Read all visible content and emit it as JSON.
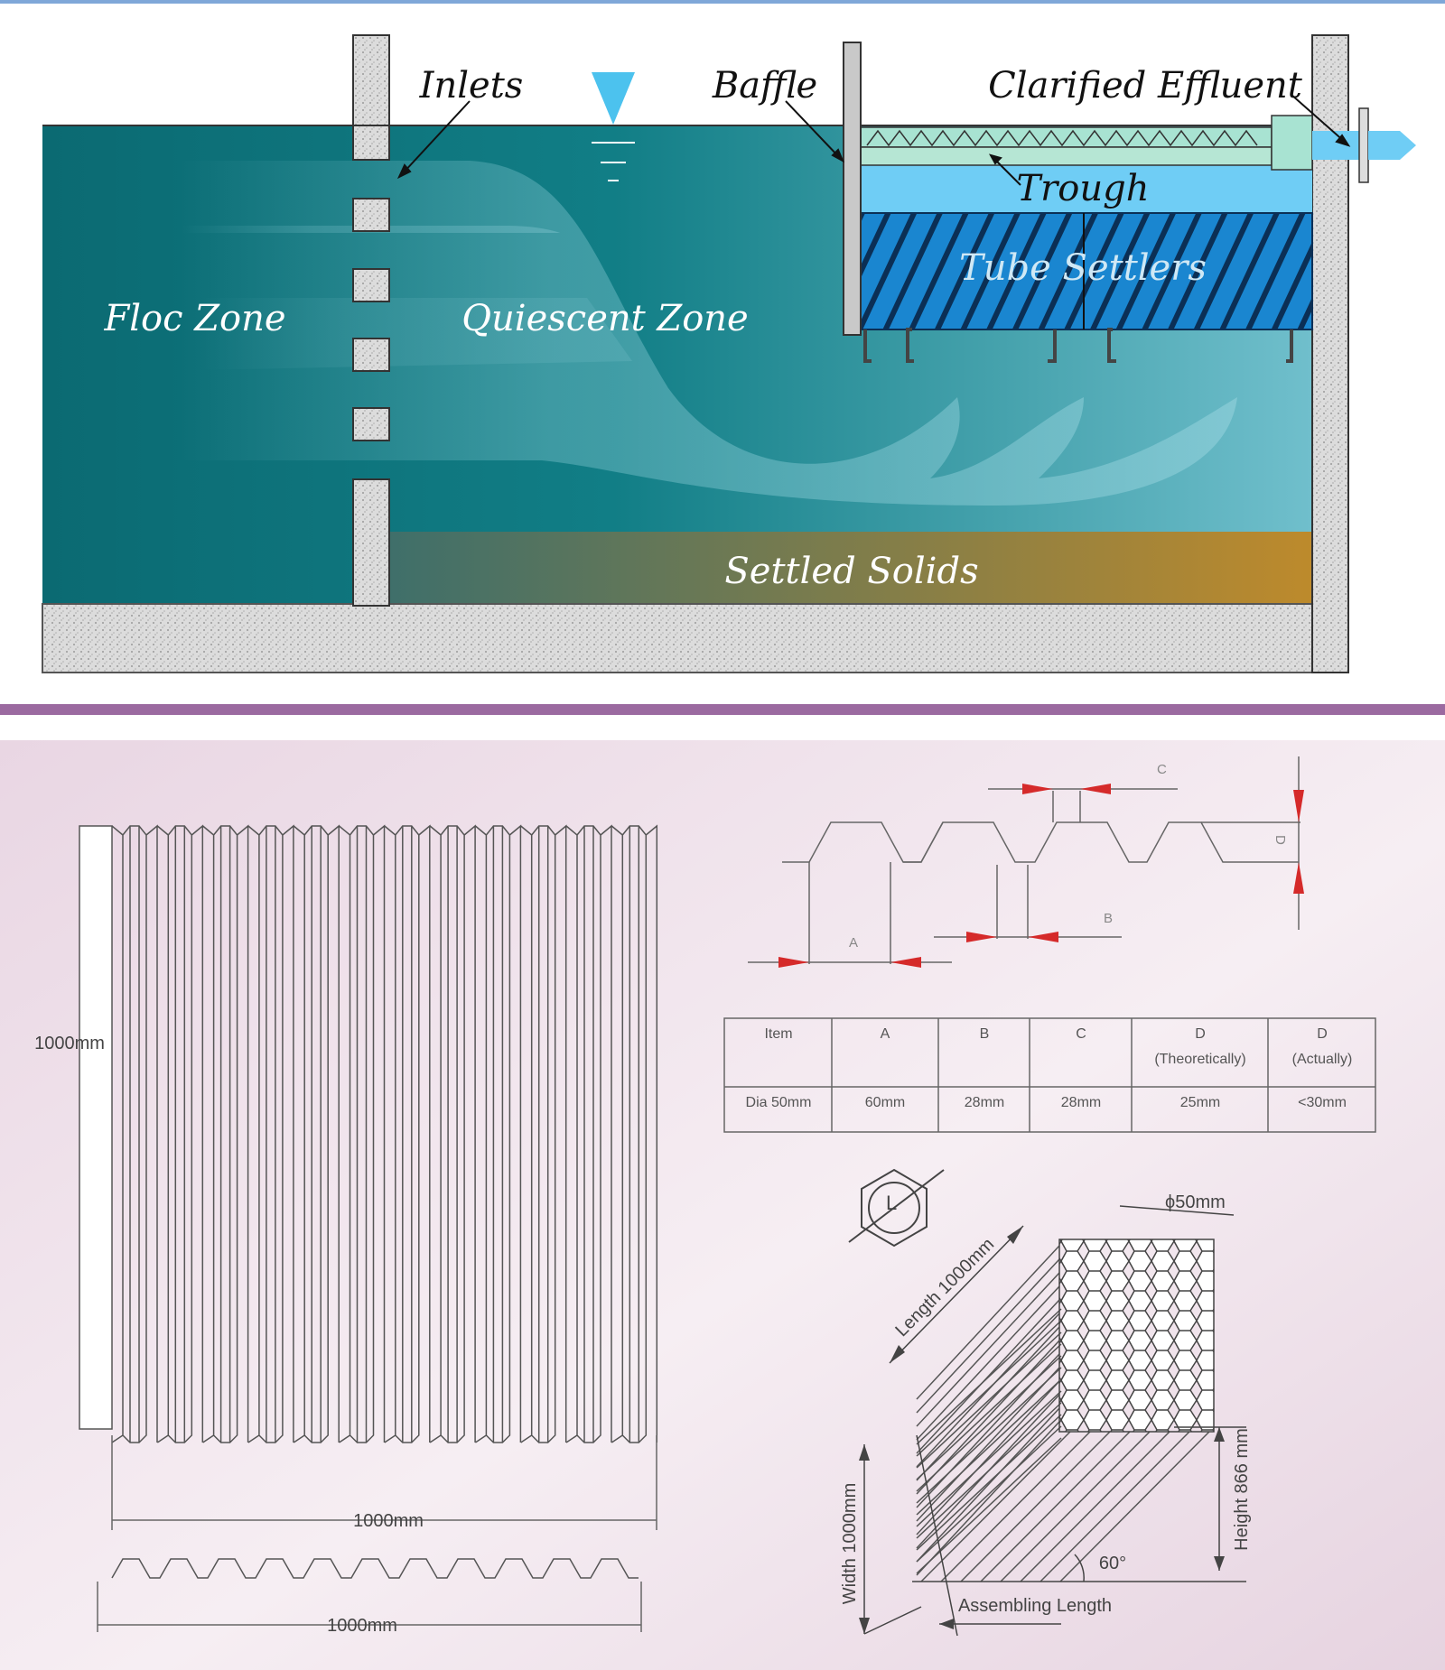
{
  "top_diagram": {
    "labels": {
      "inlets": "Inlets",
      "baffle": "Baffle",
      "clarified_effluent": "Clarified Effluent",
      "trough": "Trough",
      "tube_settlers": "Tube Settlers",
      "floc_zone": "Floc Zone",
      "quiescent_zone": "Quiescent Zone",
      "settled_solids": "Settled Solids"
    },
    "colors": {
      "water_dark": "#0b6e74",
      "water_light": "#6fbccb",
      "solids": "#b7882f",
      "trough": "#6fcdf5",
      "tube": "#1479c2",
      "divider": "#9b6aa0"
    }
  },
  "bottom_diagram": {
    "sheet": {
      "height_label": "1000mm",
      "width_label": "1000mm",
      "profile_width_label": "1000mm"
    },
    "profile": {
      "labels": [
        "A",
        "B",
        "C",
        "D"
      ]
    },
    "table": {
      "headers": [
        "Item",
        "A",
        "B",
        "C",
        "D",
        "D"
      ],
      "subheaders": [
        "",
        "",
        "",
        "",
        "(Theoretically)",
        "(Actually)"
      ],
      "rows": [
        [
          "Dia 50mm",
          "60mm",
          "28mm",
          "28mm",
          "25mm",
          "<30mm"
        ]
      ]
    },
    "hex_icon_label": "L",
    "block": {
      "diameter": "ϕ50mm",
      "length": "Length 1000mm",
      "height": "Height 866 mm",
      "width": "Width 1000mm",
      "angle": "60°",
      "assembling": "Assembling Length"
    }
  }
}
